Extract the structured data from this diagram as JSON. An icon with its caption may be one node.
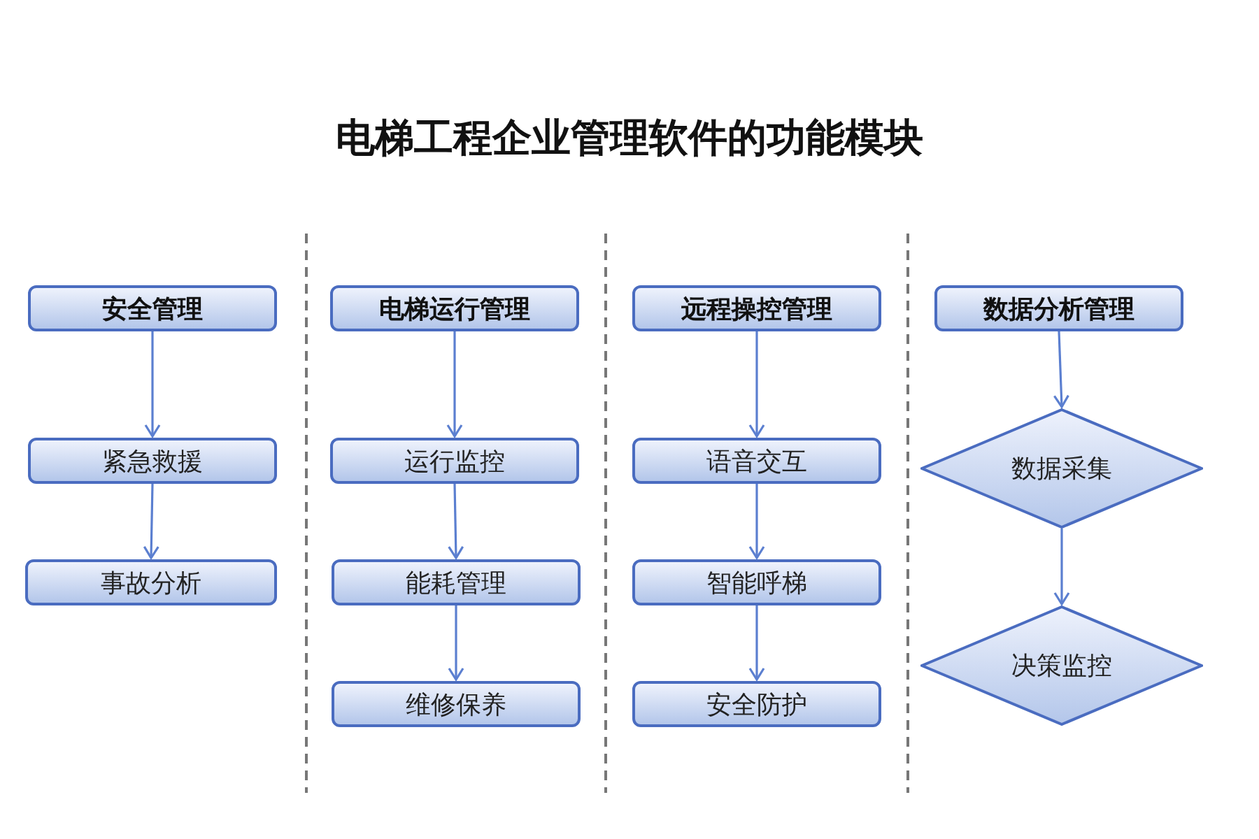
{
  "diagram": {
    "title": "电梯工程企业管理软件的功能模块",
    "nodes": [
      {
        "text": [
          "安全管理"
        ]
      },
      {
        "text": [
          "紧急救援"
        ]
      },
      {
        "text": [
          "事故分析"
        ]
      },
      {
        "text": [
          "电梯运行管理"
        ]
      },
      {
        "text": [
          "运行监控"
        ]
      },
      {
        "text": [
          "能耗管理"
        ]
      },
      {
        "text": [
          "维修保养"
        ]
      },
      {
        "text": [
          "远程操控管理"
        ]
      },
      {
        "text": [
          "语音交互"
        ]
      },
      {
        "text": [
          "智能呼梯"
        ]
      },
      {
        "text": [
          "安全防护"
        ]
      },
      {
        "text": [
          "数据分析管理"
        ]
      },
      {
        "text": [
          "数据采集"
        ]
      },
      {
        "text": [
          "决策监控"
        ]
      }
    ],
    "edges": [
      {
        "from": 0,
        "to": 1,
        "arrow": "to"
      },
      {
        "from": 1,
        "to": 2,
        "arrow": "to"
      },
      {
        "from": 3,
        "to": 4,
        "arrow": "to"
      },
      {
        "from": 4,
        "to": 5,
        "arrow": "to"
      },
      {
        "from": 5,
        "to": 6,
        "arrow": "to"
      },
      {
        "from": 7,
        "to": 8,
        "arrow": "to"
      },
      {
        "from": 8,
        "to": 9,
        "arrow": "to"
      },
      {
        "from": 9,
        "to": 10,
        "arrow": "to"
      },
      {
        "from": 11,
        "to": 12,
        "arrow": "to"
      },
      {
        "from": 12,
        "to": 13,
        "arrow": "to"
      }
    ]
  }
}
